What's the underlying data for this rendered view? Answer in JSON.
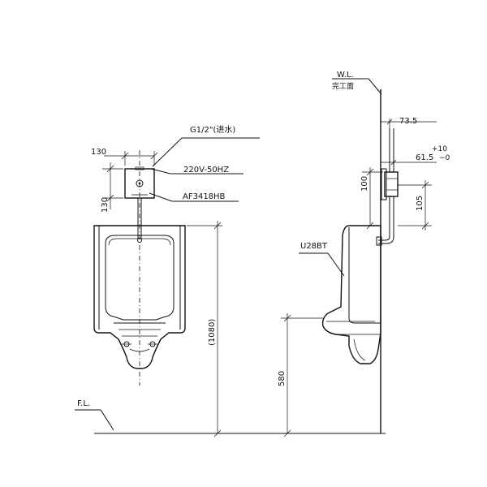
{
  "labels": {
    "wl": "W.L.",
    "wl_sub": "完工面",
    "fl": "F.L.",
    "pipe_thread": "G1/2\"(进水)",
    "power": "220V-50HZ",
    "valve_model": "AF3418HB",
    "urinal_model": "U28BT",
    "dim_130_h": "130",
    "dim_130_v": "130",
    "dim_1080": "(1080)",
    "dim_580": "580",
    "dim_100": "100",
    "dim_105": "105",
    "dim_73_5": "73.5",
    "dim_61_5": "61.5",
    "tol_plus": "+10",
    "tol_minus": "−0"
  }
}
